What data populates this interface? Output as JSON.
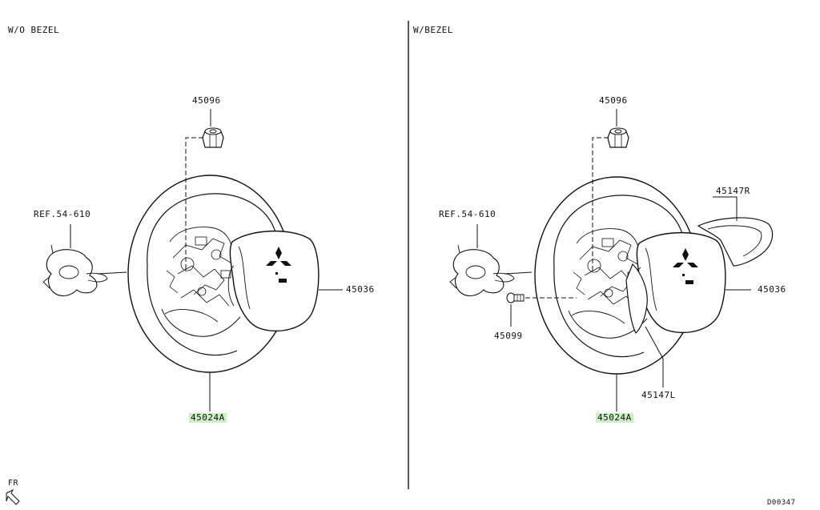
{
  "panels": [
    {
      "title": "W/O BEZEL",
      "labels": {
        "nut": "45096",
        "ref": "REF.54-610",
        "airbag": "45036",
        "wheel": "45024A"
      }
    },
    {
      "title": "W/BEZEL",
      "labels": {
        "nut": "45096",
        "ref": "REF.54-610",
        "airbag": "45036",
        "wheel": "45024A",
        "bezel_r": "45147R",
        "bezel_l": "45147L",
        "screw": "45099"
      }
    }
  ],
  "direction": "FR",
  "diagram_code": "D00347",
  "colors": {
    "highlight": "#c9f2c0",
    "line": "#111111"
  }
}
